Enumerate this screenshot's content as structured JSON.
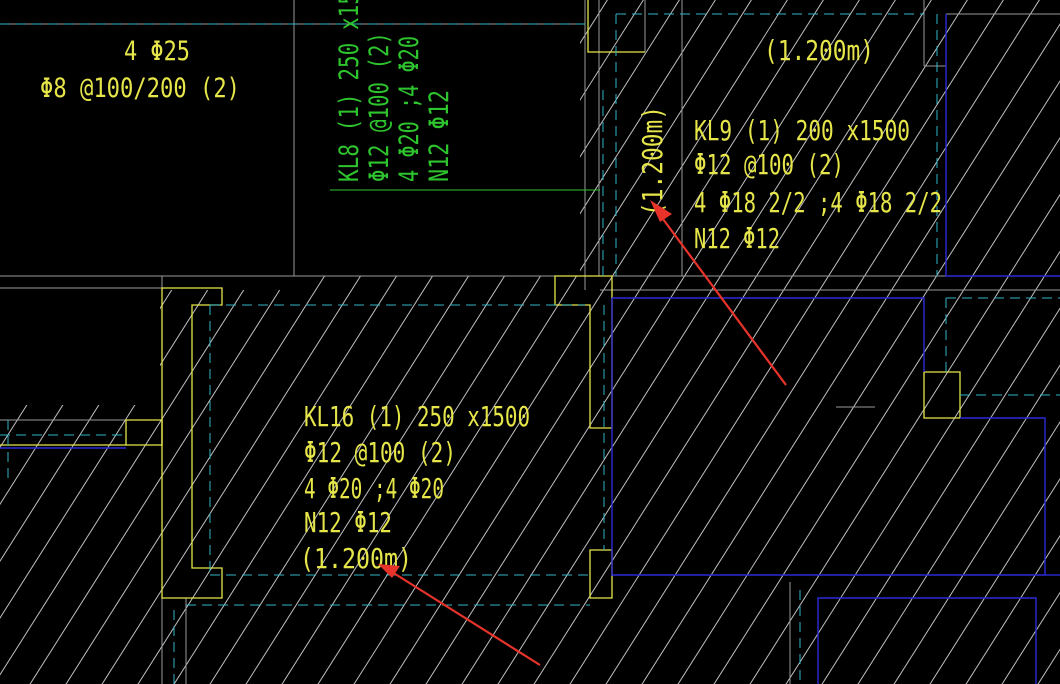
{
  "colors": {
    "background": "#000000",
    "hatch": "#bfbfbf",
    "axis_line": "#9a9a9a",
    "beam_edge": "#e6e64a",
    "hidden_line": "#2fb6c6",
    "slab_blue": "#2a2ad6",
    "label_yellow": "#e6e64a",
    "label_green": "#2ec42e",
    "arrow_red": "#e8332a"
  },
  "labels": {
    "top_left_rebar": "4 Φ25",
    "top_left_stirrup": "Φ8 @100/200 (2)",
    "kl8": [
      "KL8 (1) 250 x15",
      "Φ12 @100 (2)",
      "4 Φ20 ;4 Φ20",
      "N12 Φ12"
    ],
    "top_right_elev": "(1.200m)",
    "vertical_elev": "(1.200m)",
    "kl9": [
      "KL9 (1) 200 x1500",
      "Φ12 @100 (2)",
      "4 Φ18  2/2 ;4 Φ18  2/2",
      "N12 Φ12"
    ],
    "kl16": [
      "KL16 (1) 250 x1500",
      "Φ12 @100 (2)",
      "4 Φ20 ;4 Φ20",
      "N12 Φ12",
      "(1.200m)"
    ]
  },
  "arrows": [
    "arrow-to-vertical-elevation",
    "arrow-to-kl16-elevation"
  ]
}
